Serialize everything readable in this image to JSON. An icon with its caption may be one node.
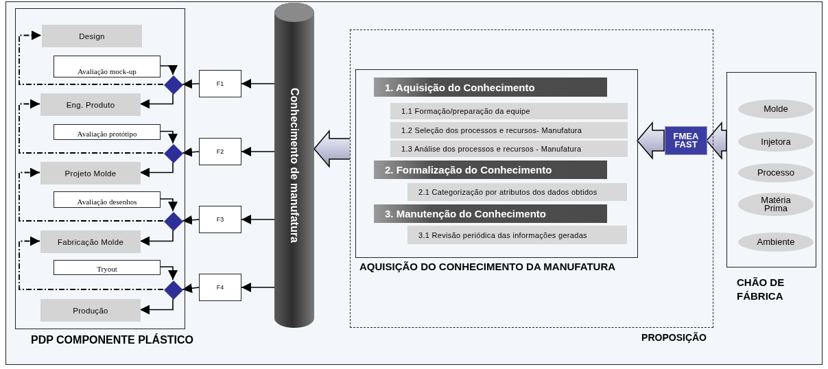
{
  "diagram": {
    "nodes": [
      {
        "text": [
          "PDP COMPONENTE PLÁSTICO"
        ]
      },
      {
        "text": [
          "Design"
        ],
        "in": 0
      },
      {
        "text": [
          "Avaliação mock-up"
        ],
        "in": 0
      },
      {
        "text": [],
        "shape": "diamond",
        "in": 0
      },
      {
        "text": [
          "Eng. Produto"
        ],
        "in": 0
      },
      {
        "text": [
          "Avaliação protótipo"
        ],
        "in": 0
      },
      {
        "text": [],
        "shape": "diamond",
        "in": 0
      },
      {
        "text": [
          "Projeto Molde"
        ],
        "in": 0
      },
      {
        "text": [
          "Avaliação desenhos"
        ],
        "in": 0
      },
      {
        "text": [],
        "shape": "diamond",
        "in": 0
      },
      {
        "text": [
          "Fabricação Molde"
        ],
        "in": 0
      },
      {
        "text": [
          "Tryout"
        ],
        "in": 0
      },
      {
        "text": [],
        "shape": "diamond",
        "in": 0
      },
      {
        "text": [
          "Produção"
        ],
        "in": 0
      },
      {
        "text": [
          "F1"
        ]
      },
      {
        "text": [
          "F2"
        ]
      },
      {
        "text": [
          "F3"
        ]
      },
      {
        "text": [
          "F4"
        ]
      },
      {
        "text": [
          "Conhecimento de manufatura"
        ]
      },
      {
        "text": [
          "PROPOSIÇÃO"
        ]
      },
      {
        "text": [
          "AQUISIÇÃO DO CONHECIMENTO DA MANUFATURA"
        ],
        "in": 19
      },
      {
        "text": [
          "1. Aquisição do Conhecimento"
        ],
        "in": 20
      },
      {
        "text": [
          "1.1 Formação/preparação da equipe"
        ],
        "in": 20
      },
      {
        "text": [
          "1.2 Seleção dos processos e recursos- Manufatura"
        ],
        "in": 20
      },
      {
        "text": [
          "1.3 Análise dos processos e recursos - Manufatura"
        ],
        "in": 20
      },
      {
        "text": [
          "2. Formalização do Conhecimento"
        ],
        "in": 20
      },
      {
        "text": [
          "2.1 Categorização por atributos dos dados obtidos"
        ],
        "in": 20
      },
      {
        "text": [
          "3. Manutenção do Conhecimento"
        ],
        "in": 20
      },
      {
        "text": [
          "3.1 Revisão periódica das informações geradas"
        ],
        "in": 20
      },
      {
        "text": [
          "FMEA FAST"
        ],
        "in": 19
      },
      {
        "text": [
          "CHÃO DE FÁBRICA"
        ]
      },
      {
        "text": [
          "Molde"
        ],
        "in": 30
      },
      {
        "text": [
          "Injetora"
        ],
        "in": 30
      },
      {
        "text": [
          "Processo"
        ],
        "in": 30
      },
      {
        "text": [
          "Matéria Prima"
        ],
        "in": 30
      },
      {
        "text": [
          "Ambiente"
        ],
        "in": 30
      }
    ],
    "edges": [
      {
        "from": 2,
        "to": 3,
        "arrow": "to"
      },
      {
        "from": 3,
        "to": 4,
        "arrow": "to"
      },
      {
        "from": 3,
        "to": 1,
        "arrow": "to",
        "style": "dashed"
      },
      {
        "from": 14,
        "to": 3,
        "arrow": "to"
      },
      {
        "from": 18,
        "to": 14,
        "arrow": "to"
      },
      {
        "from": 5,
        "to": 6,
        "arrow": "to"
      },
      {
        "from": 6,
        "to": 7,
        "arrow": "to"
      },
      {
        "from": 6,
        "to": 4,
        "arrow": "to",
        "style": "dashed"
      },
      {
        "from": 15,
        "to": 6,
        "arrow": "to"
      },
      {
        "from": 18,
        "to": 15,
        "arrow": "to"
      },
      {
        "from": 8,
        "to": 9,
        "arrow": "to"
      },
      {
        "from": 9,
        "to": 10,
        "arrow": "to"
      },
      {
        "from": 9,
        "to": 7,
        "arrow": "to",
        "style": "dashed"
      },
      {
        "from": 16,
        "to": 9,
        "arrow": "to"
      },
      {
        "from": 18,
        "to": 16,
        "arrow": "to"
      },
      {
        "from": 11,
        "to": 12,
        "arrow": "to"
      },
      {
        "from": 12,
        "to": 13,
        "arrow": "to"
      },
      {
        "from": 12,
        "to": 10,
        "arrow": "to",
        "style": "dashed"
      },
      {
        "from": 17,
        "to": 12,
        "arrow": "to"
      },
      {
        "from": 18,
        "to": 17,
        "arrow": "to"
      },
      {
        "from": 20,
        "to": 18,
        "arrow": "to",
        "style": "thick"
      },
      {
        "from": 29,
        "to": 20,
        "arrow": "to",
        "style": "thick"
      },
      {
        "from": 30,
        "to": 29,
        "arrow": "to",
        "style": "thick"
      }
    ]
  }
}
